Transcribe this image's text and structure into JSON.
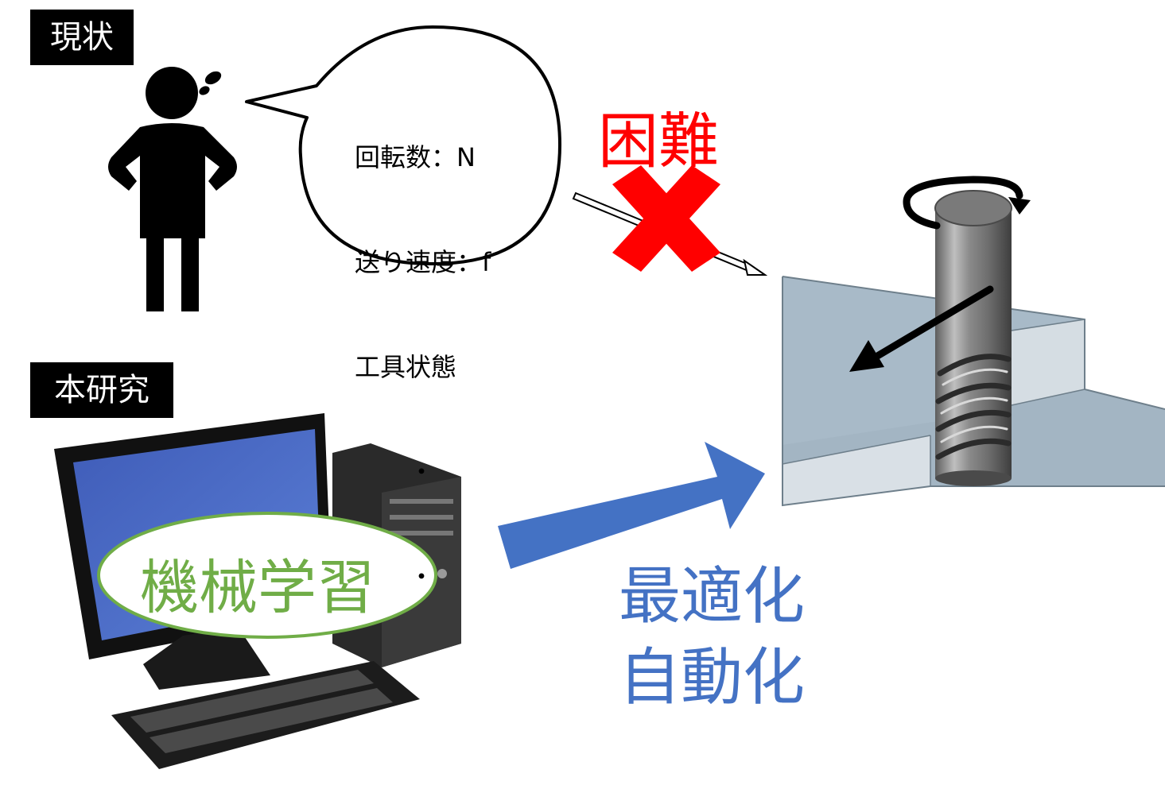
{
  "labels": {
    "current": "現状",
    "research": "本研究"
  },
  "speech_bubble": {
    "line1": "回転数：N",
    "line2": "送り速度：f",
    "line3": "工具状態",
    "dot1": "・",
    "dot2": "・"
  },
  "difficulty": {
    "text": "困難",
    "color": "#ff0000"
  },
  "ml_ellipse": {
    "text": "機械学習",
    "color": "#70ad47"
  },
  "outcome": {
    "line1": "最適化",
    "line2": "自動化",
    "color": "#4472c4"
  },
  "colors": {
    "arrow_blue": "#4472c4",
    "cross_red": "#ff0000",
    "workpiece": "#a6b8c6"
  }
}
